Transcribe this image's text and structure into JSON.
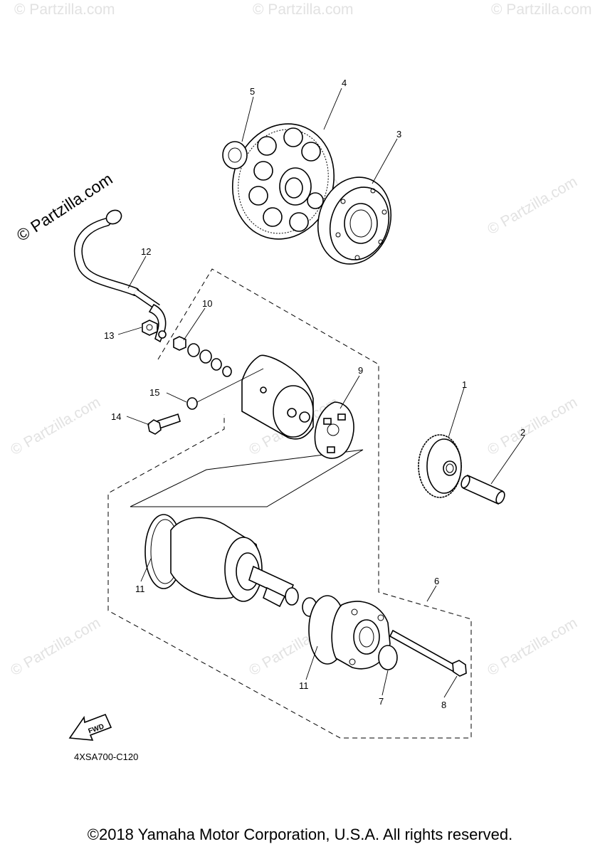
{
  "watermark": {
    "text": "© Partzilla.com",
    "main_text": "© Partzilla.com"
  },
  "diagram_code": "4XSA700-C120",
  "fwd_label": "FWD",
  "copyright": "©2018 Yamaha Motor Corporation, U.S.A. All rights reserved.",
  "callouts": {
    "c1": "1",
    "c2": "2",
    "c3": "3",
    "c4": "4",
    "c5": "5",
    "c6": "6",
    "c7": "7",
    "c8": "8",
    "c9": "9",
    "c10": "10",
    "c11a": "11",
    "c11b": "11",
    "c12": "12",
    "c13": "13",
    "c14": "14",
    "c15": "15"
  }
}
